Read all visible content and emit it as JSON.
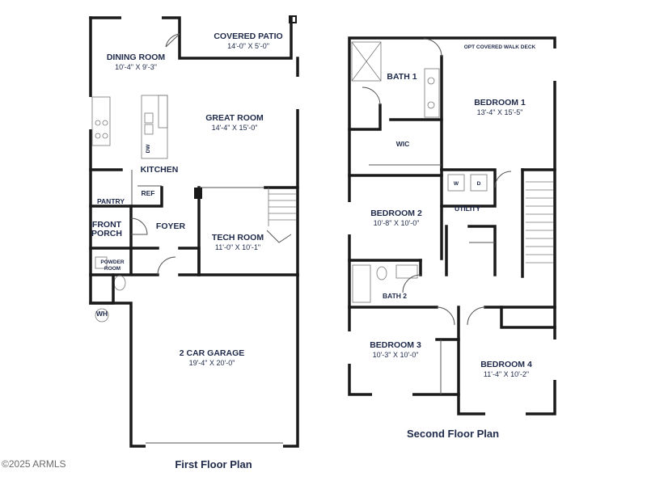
{
  "first_floor": {
    "title": "First Floor Plan",
    "rooms": {
      "covered_patio": {
        "name": "COVERED PATIO",
        "dims": "14'-0\" X 5'-0\""
      },
      "dining_room": {
        "name": "DINING ROOM",
        "dims": "10'-4\" X 9'-3\""
      },
      "great_room": {
        "name": "GREAT ROOM",
        "dims": "14'-4\" X 15'-0\""
      },
      "kitchen": {
        "name": "KITCHEN"
      },
      "pantry": {
        "name": "PANTRY"
      },
      "ref": {
        "name": "REF"
      },
      "dw": {
        "name": "DW"
      },
      "front_porch": {
        "name_line1": "FRONT",
        "name_line2": "PORCH"
      },
      "foyer": {
        "name": "FOYER"
      },
      "tech_room": {
        "name": "TECH ROOM",
        "dims": "11'-0\" X 10'-1\""
      },
      "powder_room": {
        "name_line1": "POWDER",
        "name_line2": "ROOM"
      },
      "wh": {
        "name": "WH"
      },
      "garage": {
        "name": "2 CAR GARAGE",
        "dims": "19'-4\" X 20'-0\""
      }
    }
  },
  "second_floor": {
    "title": "Second Floor Plan",
    "rooms": {
      "walk_deck": {
        "name": "OPT COVERED WALK DECK"
      },
      "bath1": {
        "name": "BATH 1"
      },
      "bedroom1": {
        "name": "BEDROOM 1",
        "dims": "13'-4\" X 15'-5\""
      },
      "wic": {
        "name": "WIC"
      },
      "bedroom2": {
        "name": "BEDROOM 2",
        "dims": "10'-8\" X 10'-0\""
      },
      "utility": {
        "name": "UTILITY"
      },
      "washer": {
        "name": "W"
      },
      "dryer": {
        "name": "D"
      },
      "bath2": {
        "name": "BATH 2"
      },
      "bedroom3": {
        "name": "BEDROOM 3",
        "dims": "10'-3\" X 10'-0\""
      },
      "bedroom4": {
        "name": "BEDROOM 4",
        "dims": "11'-4\" X 10'-2\""
      }
    }
  },
  "watermark": "©2025 ARMLS"
}
